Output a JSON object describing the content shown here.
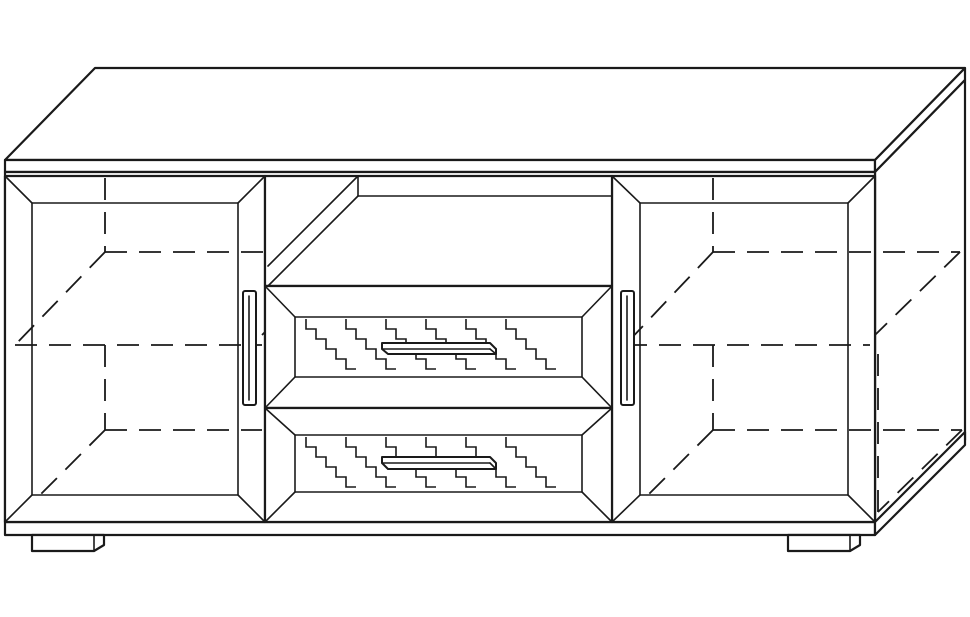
{
  "drawing": {
    "subject": "",
    "line_color": "#1a1a1a",
    "background_color": "#ffffff",
    "parts": {
      "left_door": {
        "icon": "glass-door",
        "handle": "vertical-bar-handle"
      },
      "right_door": {
        "icon": "glass-door",
        "handle": "vertical-bar-handle"
      },
      "open_shelf": {
        "icon": "open-shelf"
      },
      "top_drawer": {
        "icon": "drawer",
        "front_pattern": "zigzag-stripes",
        "handle": "horizontal-bar-handle"
      },
      "bottom_drawer": {
        "icon": "drawer",
        "front_pattern": "zigzag-stripes",
        "handle": "horizontal-bar-handle"
      },
      "feet": {
        "count": 2
      }
    }
  }
}
